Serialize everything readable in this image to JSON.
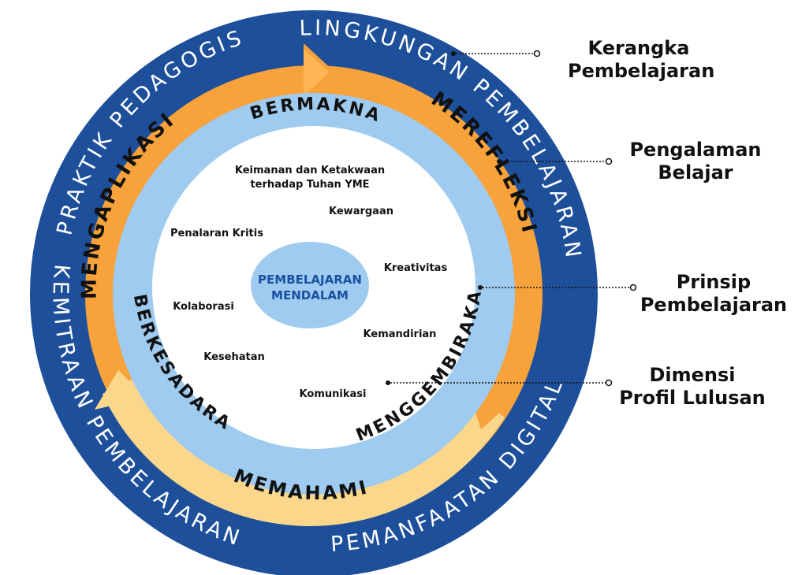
{
  "diagram": {
    "outer_ring": {
      "color": "#1e4f9a",
      "labels": {
        "top_left": "PRAKTIK PEDAGOGIS",
        "top_right": "LINGKUNGAN PEMBELAJARAN",
        "bottom_left": "KEMITRAAN PEMBELAJARAN",
        "bottom_right": "PEMANFAATAN DIGITAL"
      }
    },
    "learning_experiences": {
      "orange": "#f7a23b",
      "light_orange": "#fbd78c",
      "items": {
        "left": "MENGAPLIKASI",
        "right": "MEREFLEKSI",
        "bottom": "MEMAHAMI"
      }
    },
    "principles": {
      "color": "#9ecbef",
      "items": {
        "top": "BERMAKNA",
        "left": "BERKESADARAN",
        "right": "MENGGEMBIRAKAN"
      }
    },
    "dimensions": {
      "items": [
        {
          "label_line1": "Keimanan dan Ketakwaan",
          "label_line2": "terhadap Tuhan YME"
        },
        {
          "label_line1": "Kewargaan",
          "label_line2": ""
        },
        {
          "label_line1": "Penalaran Kritis",
          "label_line2": ""
        },
        {
          "label_line1": "Kreativitas",
          "label_line2": ""
        },
        {
          "label_line1": "Kolaborasi",
          "label_line2": ""
        },
        {
          "label_line1": "Kemandirian",
          "label_line2": ""
        },
        {
          "label_line1": "Kesehatan",
          "label_line2": ""
        },
        {
          "label_line1": "Komunikasi",
          "label_line2": ""
        }
      ]
    },
    "center": {
      "line1": "PEMBELAJARAN",
      "line2": "MENDALAM",
      "color": "#9ecbef"
    }
  },
  "legend": [
    {
      "line1": "Kerangka",
      "line2": "Pembelajaran"
    },
    {
      "line1": "Pengalaman",
      "line2": "Belajar"
    },
    {
      "line1": "Prinsip",
      "line2": "Pembelajaran"
    },
    {
      "line1": "Dimensi",
      "line2": "Profil Lulusan"
    }
  ]
}
